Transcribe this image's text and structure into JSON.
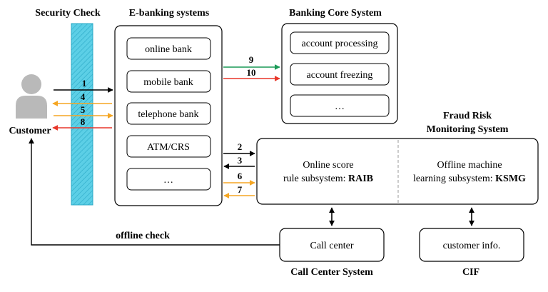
{
  "headers": {
    "security_check": "Security Check",
    "ebanking": "E-banking systems",
    "banking_core": "Banking Core System",
    "fraud_line1": "Fraud Risk",
    "fraud_line2": "Monitoring System",
    "call_center_system": "Call Center System",
    "cif": "CIF"
  },
  "customer_label": "Customer",
  "ebanking_items": [
    "online bank",
    "mobile bank",
    "telephone bank",
    "ATM/CRS",
    "…"
  ],
  "core_items": [
    "account processing",
    "account freezing",
    "…"
  ],
  "fraud": {
    "online_line1": "Online score",
    "online_line2_prefix": "rule subsystem: ",
    "online_line2_bold": "RAIB",
    "offline_line1": "Offline machine",
    "offline_line2_prefix": "learning subsystem: ",
    "offline_line2_bold": "KSMG"
  },
  "call_center_box": "Call center",
  "cif_box": "customer info.",
  "offline_check": "offline check",
  "arrow_numbers": {
    "a1": "1",
    "a4": "4",
    "a5": "5",
    "a8": "8",
    "a9": "9",
    "a10": "10",
    "a2": "2",
    "a3": "3",
    "a6": "6",
    "a7": "7"
  },
  "colors": {
    "black": "#000000",
    "orange": "#f5a623",
    "red": "#e8372a",
    "green": "#1a9a57",
    "security_fill": "#5ccfe6",
    "user_icon": "#b9b9b9"
  }
}
